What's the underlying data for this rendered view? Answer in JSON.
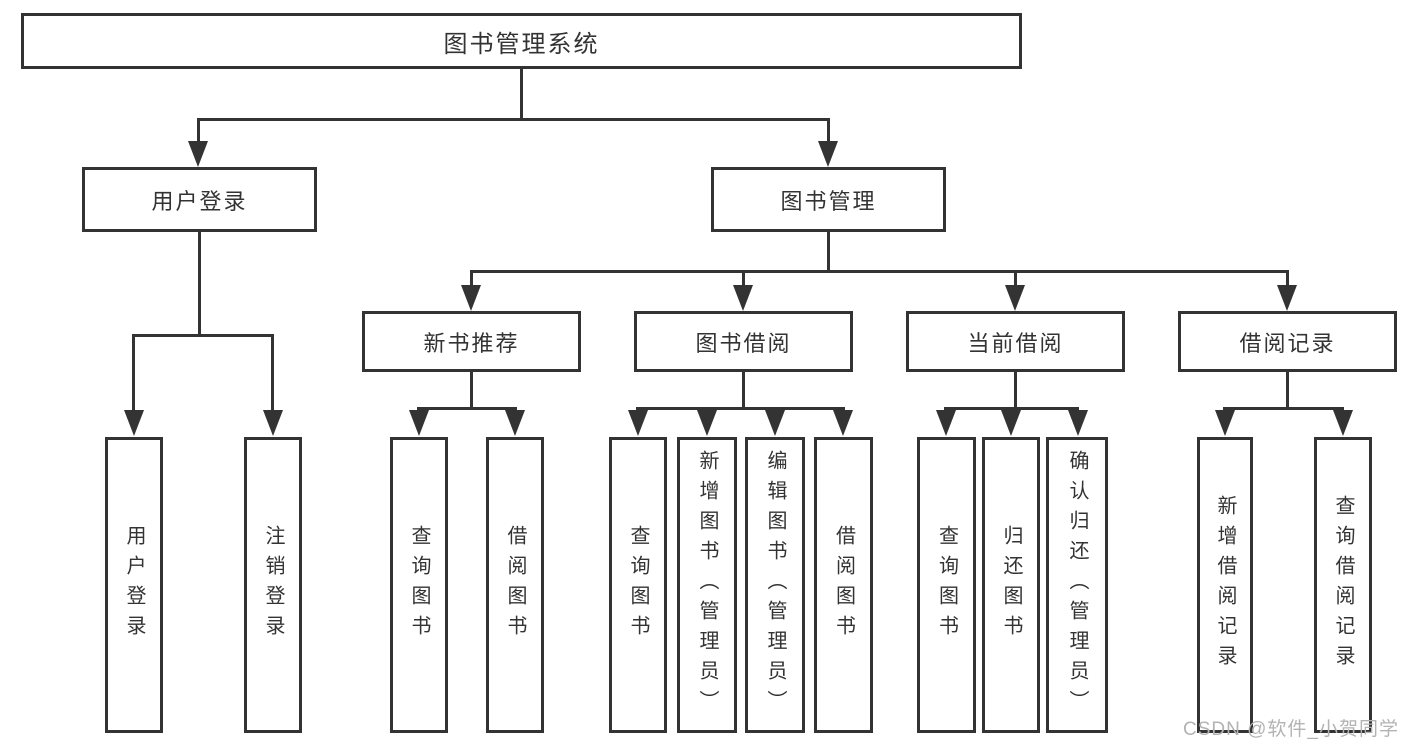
{
  "title": "图书管理系统",
  "nodes": {
    "root": "图书管理系统",
    "user_login": "用户登录",
    "book_management": "图书管理",
    "new_book_recommend": "新书推荐",
    "book_borrowing": "图书借阅",
    "current_borrowing": "当前借阅",
    "borrowing_records": "借阅记录",
    "leaf_user_login": "用户登录",
    "leaf_logout": "注销登录",
    "leaf_nbr_query_books": "查询图书",
    "leaf_nbr_borrow_books": "借阅图书",
    "leaf_bb_query_books": "查询图书",
    "leaf_bb_add_books": "新增图书（管理员）",
    "leaf_bb_edit_books": "编辑图书（管理员）",
    "leaf_bb_borrow_books": "借阅图书",
    "leaf_cb_query_books": "查询图书",
    "leaf_cb_return_books": "归还图书",
    "leaf_cb_confirm_return": "确认归还（管理员）",
    "leaf_br_add_record": "新增借阅记录",
    "leaf_br_query_record": "查询借阅记录"
  },
  "watermark": "CSDN @软件_小贺同学",
  "colors": {
    "line": "#333333",
    "text": "#333333",
    "background": "#ffffff",
    "watermark": "#b3b3b3"
  }
}
